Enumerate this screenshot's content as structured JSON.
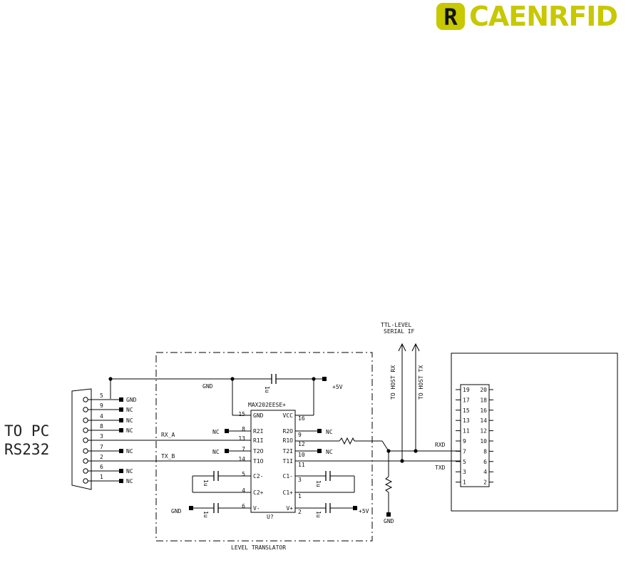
{
  "logo": {
    "text": "CAENRFID",
    "emblem_letter": "R",
    "color": "#c8c800"
  },
  "left_label": {
    "line1": "TO PC",
    "line2": "RS232"
  },
  "ttl": {
    "line1": "TTL-LEVEL",
    "line2": "SERIAL IF"
  },
  "host_rx": "TO HOST RX",
  "host_tx": "TO HOST TX",
  "level_translator": "LEVEL TRANSLATOR",
  "ic": {
    "part": "MAX202EESE+",
    "ref": "U?"
  },
  "nets": {
    "gnd_top": "GND",
    "plus5v_top": "+5V",
    "rx_a": "RX_A",
    "tx_b": "TX_B",
    "gnd_bottom": "GND",
    "plus5v_bottom": "+5V",
    "gnd_right": "GND",
    "rxd": "RXD",
    "txd": "TXD"
  },
  "cap_label": "1u",
  "nc": "NC",
  "db9": {
    "pins": [
      {
        "num": "5",
        "net": "GND"
      },
      {
        "num": "9",
        "net": "NC"
      },
      {
        "num": "4",
        "net": "NC"
      },
      {
        "num": "8",
        "net": "NC"
      },
      {
        "num": "3",
        "net": ""
      },
      {
        "num": "7",
        "net": "NC"
      },
      {
        "num": "2",
        "net": ""
      },
      {
        "num": "6",
        "net": "NC"
      },
      {
        "num": "1",
        "net": "NC"
      }
    ]
  },
  "ic_pins": {
    "left": [
      {
        "num": "15",
        "name": "GND"
      },
      {
        "num": "8",
        "name": "R2I"
      },
      {
        "num": "13",
        "name": "R1I"
      },
      {
        "num": "7",
        "name": "T2O"
      },
      {
        "num": "14",
        "name": "T1O"
      },
      {
        "num": "5",
        "name": "C2-"
      },
      {
        "num": "4",
        "name": "C2+"
      },
      {
        "num": "6",
        "name": "V-"
      }
    ],
    "right": [
      {
        "num": "16",
        "name": "VCC"
      },
      {
        "num": "9",
        "name": "R2O"
      },
      {
        "num": "12",
        "name": "R1O"
      },
      {
        "num": "10",
        "name": "T2I"
      },
      {
        "num": "11",
        "name": "T1I"
      },
      {
        "num": "3",
        "name": "C1-"
      },
      {
        "num": "1",
        "name": "C1+"
      },
      {
        "num": "2",
        "name": "V+"
      }
    ]
  },
  "header": {
    "rows": [
      [
        "19",
        "20"
      ],
      [
        "17",
        "18"
      ],
      [
        "15",
        "16"
      ],
      [
        "13",
        "14"
      ],
      [
        "11",
        "12"
      ],
      [
        "9",
        "10"
      ],
      [
        "7",
        "8"
      ],
      [
        "5",
        "6"
      ],
      [
        "3",
        "4"
      ],
      [
        "1",
        "2"
      ]
    ]
  }
}
